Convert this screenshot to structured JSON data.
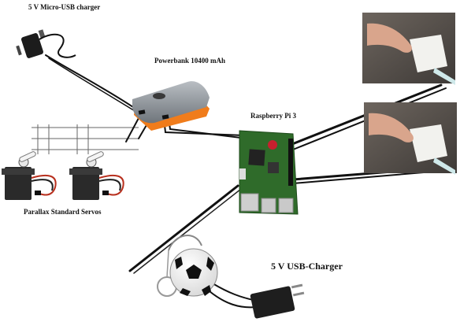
{
  "labels": {
    "micro_usb_charger": "5 V Micro-USB charger",
    "powerbank": "Powerbank 10400 mAh",
    "raspberry_pi": "Raspberry Pi 3",
    "servos": "Parallax Standard Servos",
    "usb_charger": "5 V USB-Charger"
  },
  "colors": {
    "powerbank_body": "#8a8f95",
    "powerbank_accent": "#f07c1b",
    "pcb": "#2f6b2a",
    "servo": "#2a2a2a",
    "wire": "#111111",
    "grid_line": "#666666",
    "photo_bg": "#5a5550",
    "sensor_pad": "#f2f2ee"
  },
  "icons": {
    "micro_usb_charger": "wall-charger-icon",
    "powerbank": "battery-icon",
    "raspberry_pi": "circuit-board-icon",
    "servo_left": "servo-motor-icon",
    "servo_right": "servo-motor-icon",
    "speaker_ball": "soccer-ball-speaker-icon",
    "usb_charger": "usb-wall-charger-icon",
    "touch_photo_top": "finger-touch-pad-photo",
    "touch_photo_bottom": "finger-touch-pad-photo"
  }
}
